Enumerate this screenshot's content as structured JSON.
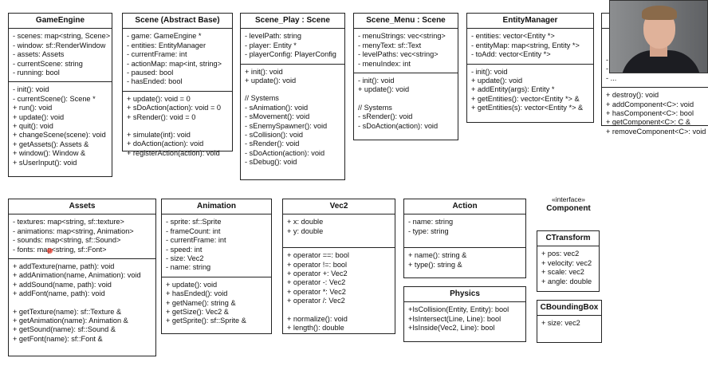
{
  "classes": {
    "gameengine": {
      "name": "GameEngine",
      "attrs": [
        "- scenes: map<string, Scene>",
        "- window: sf::RenderWindow",
        "- assets: Assets",
        "- currentScene: string",
        "- running: bool"
      ],
      "methods": [
        "- init(): void",
        "- currentScene(): Scene *",
        "+ run(): void",
        "+ update(): void",
        "+ quit(): void",
        "+ changeScene(scene): void",
        "+ getAssets(): Assets &",
        "+ window(): Window &",
        "+ sUserInput(): void"
      ]
    },
    "scene": {
      "name": "Scene (Abstract Base)",
      "attrs": [
        "- game: GameEngine *",
        "- entities: EntityManager",
        "- currentFrame: int",
        "- actionMap: map<int, string>",
        "- paused: bool",
        "- hasEnded: bool"
      ],
      "methods_a": [
        "+ update(): void = 0",
        "+ sDoAction(action): void = 0",
        "+ sRender(): void = 0"
      ],
      "methods_b": [
        "+ simulate(int): void",
        "+ doAction(action): void",
        "+ registerAction(action): void"
      ]
    },
    "sceneplay": {
      "name": "Scene_Play : Scene",
      "attrs": [
        "- levelPath: string",
        "- player: Entity *",
        "- playerConfig: PlayerConfig"
      ],
      "methods_a": [
        "+ init(): void",
        "+ update(): void"
      ],
      "systems_label": "// Systems",
      "methods_b": [
        "- sAnimation(): void",
        "- sMovement(): void",
        "- sEnemySpawner(): void",
        "- sCollision(): void",
        "- sRender(): void",
        "- sDoAction(action): void",
        "- sDebug(): void"
      ]
    },
    "scenemenu": {
      "name": "Scene_Menu : Scene",
      "attrs": [
        "- menuStrings: vec<string>",
        "- menyText: sf::Text",
        "- levelPaths: vec<string>",
        "- menuIndex: int"
      ],
      "methods_a": [
        "- init(): void",
        "+ update(): void"
      ],
      "systems_label": "// Systems",
      "methods_b": [
        "- sRender(): void",
        "- sDoAction(action): void"
      ]
    },
    "entitymanager": {
      "name": "EntityManager",
      "attrs": [
        "- entities: vector<Entity *>",
        "- entityMap: map<string, Entity *>",
        "- toAdd: vector<Entity *>"
      ],
      "methods": [
        "- init(): void",
        "+ update(): void",
        "+ addEntity(args): Entity *",
        "+ getEntities(): vector<Entity *> &",
        "+ getEntities(s): vector<Entity *> &"
      ]
    },
    "entity": {
      "attrs": [
        "- ...",
        "- ...",
        "- ..."
      ],
      "methods": [
        "+ destroy(): void",
        "+ addComponent<C>: void",
        "+ hasComponent<C>: bool",
        "+ getComponent<C>: C &",
        "+ removeComponent<C>: void"
      ]
    },
    "assets": {
      "name": "Assets",
      "attrs": [
        "- textures: map<string, sf::texture>",
        "- animations: map<string, Animation>",
        "- sounds: map<string, sf::Sound>",
        "- fonts: map<string, sf::Font>"
      ],
      "methods_a": [
        "+ addTexture(name, path): void",
        "+ addAnimation(name, Animation): void",
        "+ addSound(name, path): void",
        "+ addFont(name, path): void"
      ],
      "methods_b": [
        "+ getTexture(name): sf::Texture &",
        "+ getAnimation(name): Animation &",
        "+ getSound(name): sf::Sound &",
        "+ getFont(name): sf::Font &"
      ]
    },
    "animation": {
      "name": "Animation",
      "attrs": [
        "- sprite: sf::Sprite",
        "- frameCount: int",
        "- currentFrame: int",
        "- speed: int",
        "- size: Vec2",
        "- name: string"
      ],
      "methods": [
        "+ update(): void",
        "+ hasEnded(): void",
        "+ getName(): string &",
        "+ getSize(): Vec2 &",
        "+ getSprite(): sf::Sprite &"
      ]
    },
    "vec2": {
      "name": "Vec2",
      "attrs": [
        "+ x: double",
        "+ y: double"
      ],
      "methods_a": [
        "+ operator ==: bool",
        "+ operator !=: bool",
        "+ operator +: Vec2",
        "+ operator -: Vec2",
        "+ operator *: Vec2",
        "+ operator /: Vec2"
      ],
      "methods_b": [
        "+ normalize(): void",
        "+ length(): double"
      ]
    },
    "action": {
      "name": "Action",
      "attrs": [
        "- name: string",
        "- type: string"
      ],
      "methods": [
        "+ name(): string &",
        "+ type(): string &"
      ]
    },
    "physics": {
      "name": "Physics",
      "methods": [
        "+IsCollision(Entity, Entity): bool",
        "+IsIntersect(Line, Line): bool",
        "+IsInside(Vec2, Line): bool"
      ]
    },
    "component": {
      "stereotype": "«interface»",
      "name": "Component"
    },
    "ctransform": {
      "name": "CTransform",
      "attrs": [
        "+ pos: vec2",
        "+ velocity: vec2",
        "+ scale: vec2",
        "+ angle: double"
      ]
    },
    "cboundingbox": {
      "name": "CBoundingBox",
      "attrs": [
        "+ size: vec2"
      ]
    }
  },
  "colors": {
    "pointer": "#e8463a",
    "border": "#222222"
  },
  "icons": [
    "webcam-overlay",
    "laser-pointer-dot"
  ]
}
